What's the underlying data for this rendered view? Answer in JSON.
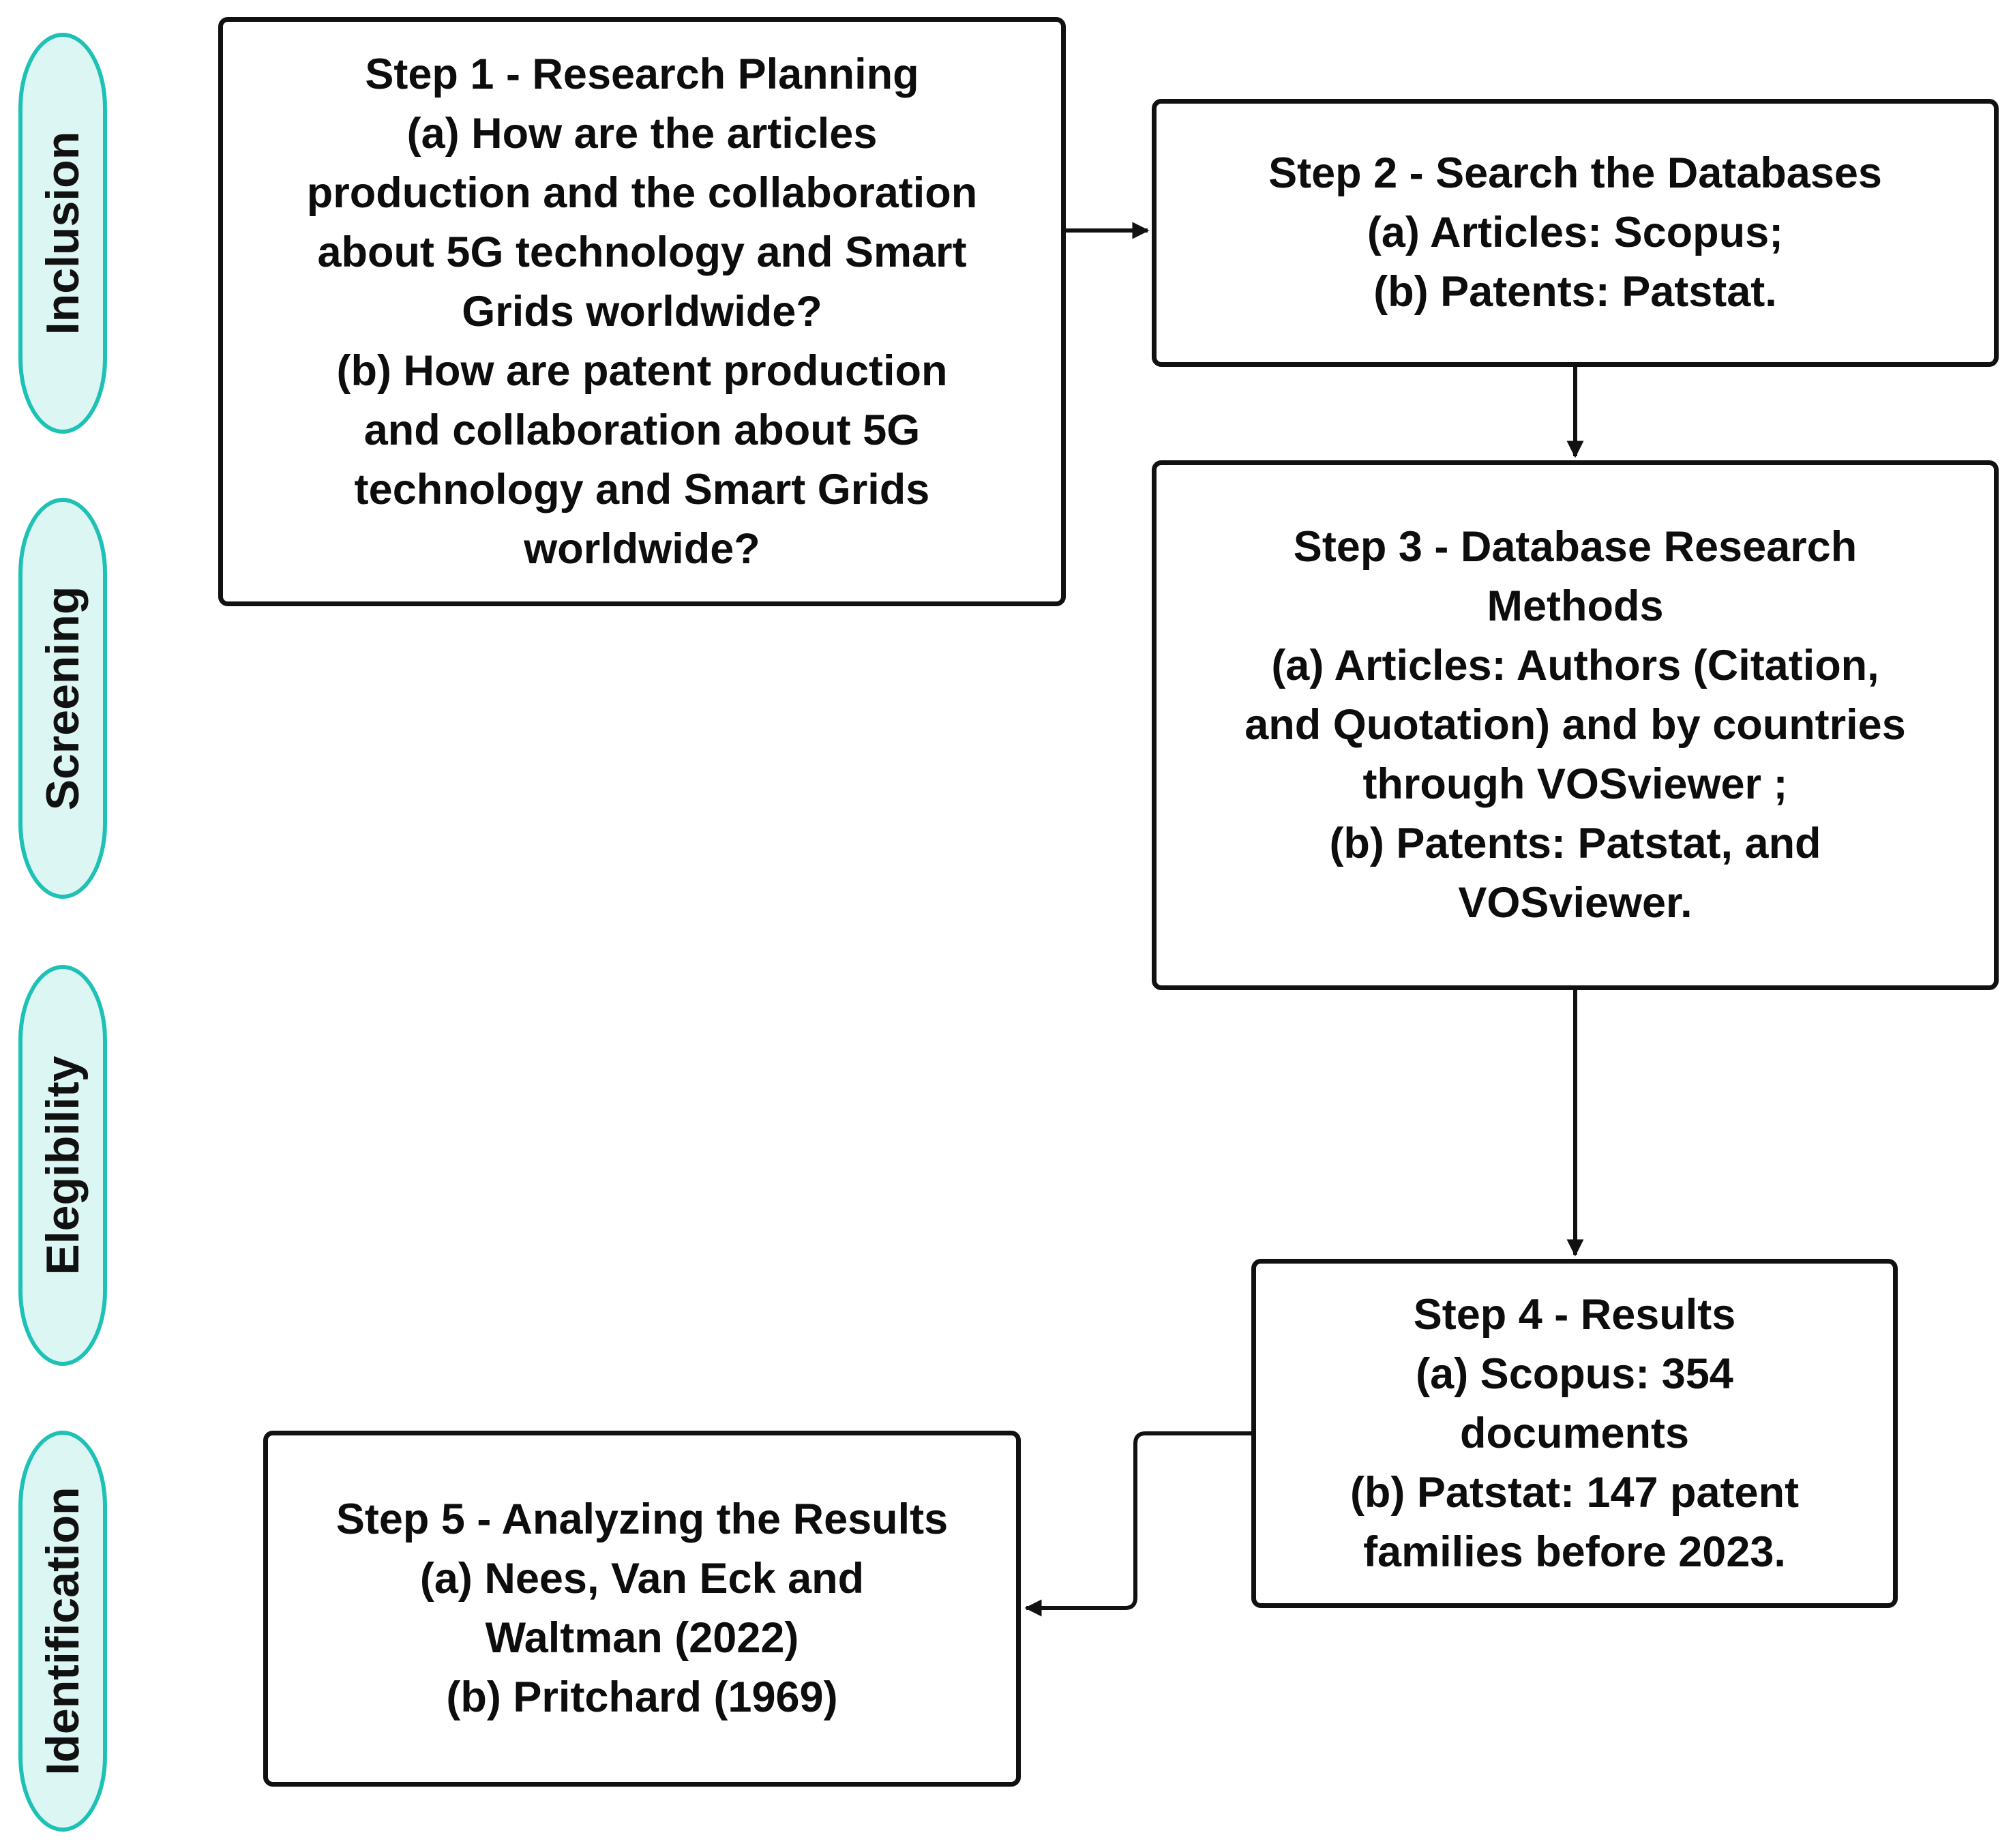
{
  "phases": [
    {
      "label": "Inclusion"
    },
    {
      "label": "Screening"
    },
    {
      "label": "Elegibility"
    },
    {
      "label": "Identification"
    }
  ],
  "steps": [
    {
      "lines": [
        "Step 1 - Research Planning",
        "(a) How are the articles",
        "production and the collaboration",
        "about 5G technology and Smart",
        "Grids worldwide?",
        "(b) How are patent production",
        "and collaboration about 5G",
        "technology and Smart Grids",
        "worldwide?"
      ]
    },
    {
      "lines": [
        "Step 2 - Search the Databases",
        "(a) Articles: Scopus;",
        "(b) Patents: Patstat."
      ]
    },
    {
      "lines": [
        "Step 3 - Database Research",
        "Methods",
        "(a) Articles: Authors (Citation,",
        "and Quotation) and by countries",
        "through VOSviewer ;",
        "(b) Patents: Patstat, and",
        "VOSviewer."
      ]
    },
    {
      "lines": [
        "Step 4 - Results",
        "(a) Scopus: 354",
        "documents",
        "(b) Patstat: 147 patent",
        "families before 2023."
      ]
    },
    {
      "lines": [
        "Step 5 - Analyzing the Results",
        "(a) Nees, Van Eck and",
        "Waltman (2022)",
        "(b) Pritchard (1969)"
      ]
    }
  ],
  "colors": {
    "phase_border": "#1ec1b6",
    "phase_fill": "#dcf6f3",
    "box_border": "#111111",
    "arrow": "#111111"
  }
}
